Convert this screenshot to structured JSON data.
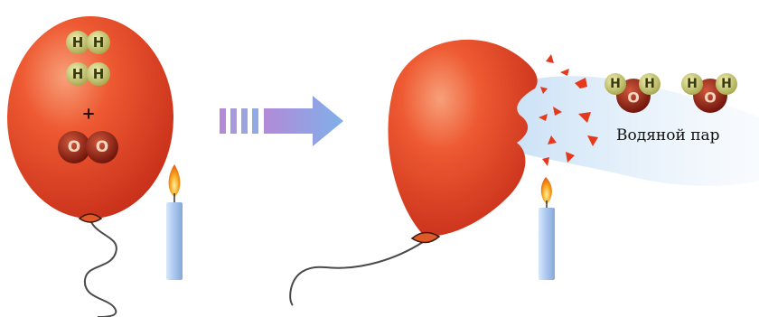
{
  "balloon_left": {
    "hydrogen_molecules": [
      {
        "atoms": [
          "H",
          "H"
        ]
      },
      {
        "atoms": [
          "H",
          "H"
        ]
      }
    ],
    "plus_sign": "+",
    "oxygen_molecule": {
      "atoms": [
        "O",
        "O"
      ]
    }
  },
  "water_molecules": [
    {
      "hydrogen": [
        "H",
        "H"
      ],
      "oxygen": "O"
    },
    {
      "hydrogen": [
        "H",
        "H"
      ],
      "oxygen": "O"
    }
  ],
  "caption": "Водяной пар",
  "colors": {
    "balloon": "#e5401f",
    "hydrogen_atom": "#c8c870",
    "oxygen_atom": "#8a1a10",
    "arrow": "#8aa0e0",
    "candle": "#a9c6ee",
    "vapor": "#cfe4f7"
  }
}
